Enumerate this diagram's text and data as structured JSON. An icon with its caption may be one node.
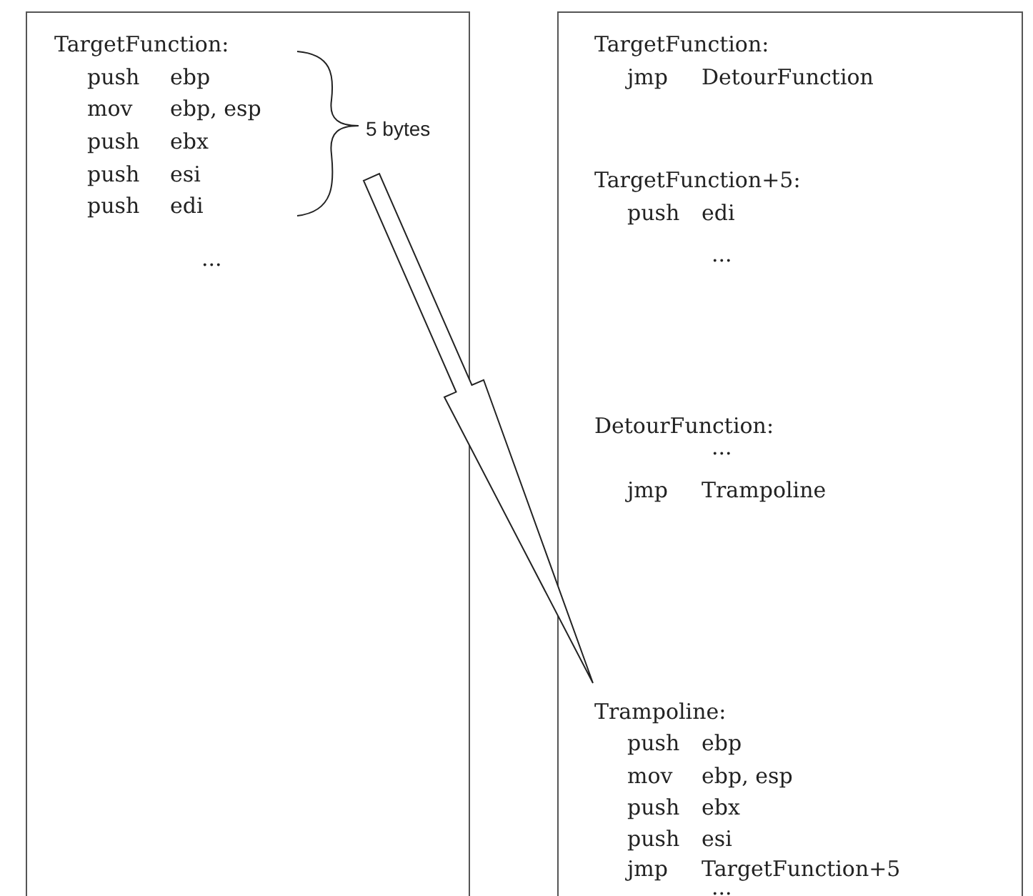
{
  "diagram": {
    "nodes": [
      {
        "text": [
          "TargetFunction:",
          "push ebp",
          "mov ebp, esp",
          "push ebx",
          "push esi",
          "push edi",
          "..."
        ]
      },
      {
        "text": [
          "5 bytes"
        ],
        "in": 0
      },
      {
        "text": [],
        "shape": "box"
      },
      {
        "text": [
          "TargetFunction:",
          "jmp DetourFunction"
        ],
        "in": 2
      },
      {
        "text": [
          "TargetFunction+5:",
          "push edi",
          "..."
        ],
        "in": 2
      },
      {
        "text": [
          "DetourFunction:",
          "...",
          "jmp Trampoline"
        ],
        "in": 2
      },
      {
        "text": [
          "Trampoline:",
          "push ebp",
          "mov ebp, esp",
          "push ebx",
          "push esi",
          "jmp TargetFunction+5",
          "..."
        ],
        "in": 2
      }
    ],
    "edges": [
      {
        "from": 1,
        "to": 6,
        "arrow": "to"
      }
    ]
  }
}
